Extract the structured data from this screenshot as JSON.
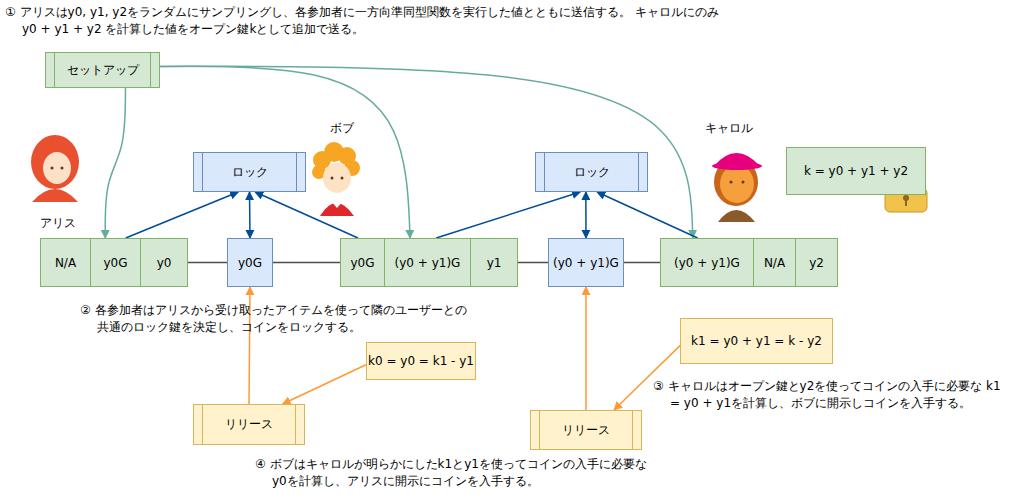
{
  "diagram": {
    "nodes": [
      {
        "text": [
          "セットアップ"
        ]
      },
      {
        "text": [
          "ロック"
        ]
      },
      {
        "text": [
          "ロック"
        ]
      },
      {
        "text": [
          "k = y0 + y1 + y2"
        ]
      },
      {
        "text": [
          "N/A"
        ]
      },
      {
        "text": [
          "y0G"
        ]
      },
      {
        "text": [
          "y0"
        ]
      },
      {
        "text": [
          "y0G"
        ]
      },
      {
        "text": [
          "y0G"
        ]
      },
      {
        "text": [
          "(y0 + y1)G"
        ]
      },
      {
        "text": [
          "y1"
        ]
      },
      {
        "text": [
          "(y0 + y1)G"
        ]
      },
      {
        "text": [
          "(y0 + y1)G"
        ]
      },
      {
        "text": [
          "N/A"
        ]
      },
      {
        "text": [
          "y2"
        ]
      },
      {
        "text": [
          "k1 = y0 + y1 = k - y2"
        ]
      },
      {
        "text": [
          "k0 = y0 = k1 - y1"
        ]
      },
      {
        "text": [
          "リリース"
        ]
      },
      {
        "text": [
          "リリース"
        ]
      }
    ],
    "edges": [
      {
        "from": 0,
        "to": 5,
        "arrow": "to"
      },
      {
        "from": 0,
        "to": 9,
        "arrow": "to"
      },
      {
        "from": 0,
        "to": 12,
        "arrow": "to"
      },
      {
        "from": 5,
        "to": 1,
        "arrow": "to"
      },
      {
        "from": 7,
        "to": 1,
        "arrow": "both"
      },
      {
        "from": 8,
        "to": 1,
        "arrow": "to"
      },
      {
        "from": 9,
        "to": 2,
        "arrow": "to"
      },
      {
        "from": 11,
        "to": 2,
        "arrow": "both"
      },
      {
        "from": 12,
        "to": 2,
        "arrow": "to"
      },
      {
        "from": 17,
        "to": 7,
        "arrow": "to"
      },
      {
        "from": 18,
        "to": 11,
        "arrow": "to"
      },
      {
        "from": 16,
        "to": 17,
        "arrow": "to"
      },
      {
        "from": 15,
        "to": 18,
        "arrow": "to"
      },
      {
        "from": 6,
        "to": 7,
        "arrow": "none"
      },
      {
        "from": 7,
        "to": 8,
        "arrow": "none"
      },
      {
        "from": 10,
        "to": 11,
        "arrow": "none"
      },
      {
        "from": 11,
        "to": 12,
        "arrow": "none"
      }
    ],
    "labels": [
      "① アリスはy0, y1, y2をランダムにサンプリングし、各参加者に一方向準同型関数を実行した値とともに送信する。 キャロルにのみ y0 + y1 + y2 を計算した値をオープン鍵kとして追加で送る。",
      "アリス",
      "ボブ",
      "キャロル",
      "② 各参加者はアリスから受け取ったアイテムを使って隣のユーザーとの 共通のロック鍵を決定し、コインをロックする。",
      "③ キャロルはオープン鍵とy2を使ってコインの入手に必要な k1 = y0 + y1を計算し、ボブに開示しコインを入手する。",
      "④ ボブはキャロルが明らかにしたk1とy1を使ってコインの入手に必要な y0を計算し、アリスに開示にコインを入手する。"
    ]
  }
}
